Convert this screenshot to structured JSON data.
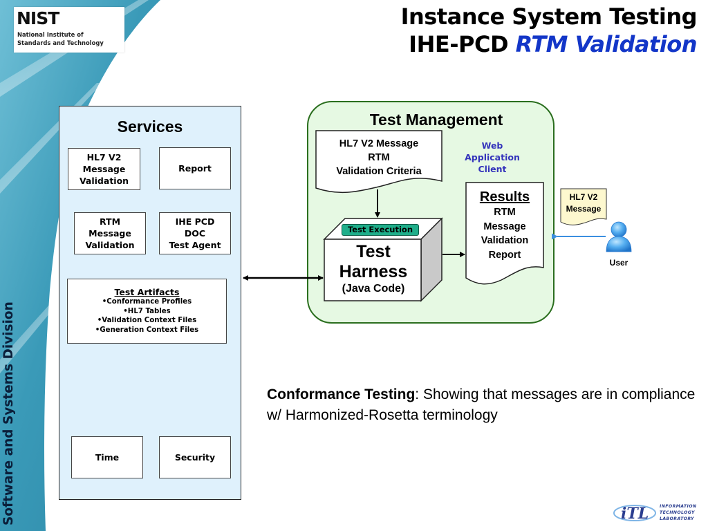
{
  "slide": {
    "title_line1": "Instance System Testing",
    "title_line2_prefix": "IHE-PCD ",
    "title_line2_accent": "RTM Validation",
    "accent_color": "#1336c8",
    "division_label": "Software and Systems Division"
  },
  "logos": {
    "nist_mark": "NIST",
    "nist_name_line1": "National Institute of",
    "nist_name_line2": "Standards and Technology",
    "itl_mark": "iTL",
    "itl_words": [
      "INFORMATION",
      "TECHNOLOGY",
      "LABORATORY"
    ]
  },
  "services": {
    "title": "Services",
    "boxes": [
      "HL7 V2\nMessage\nValidation",
      "Report",
      "RTM\nMessage\nValidation",
      "IHE PCD\nDOC\nTest Agent",
      "Time",
      "Security"
    ],
    "artifacts": {
      "title": "Test Artifacts",
      "items": [
        "•Conformance Profiles",
        "•HL7 Tables",
        "•Validation Context Files",
        "•Generation Context Files"
      ]
    },
    "panel_color": "#dff1fc"
  },
  "test_management": {
    "title": "Test Management",
    "criteria_doc": [
      "HL7 V2 Message",
      "RTM",
      "Validation Criteria"
    ],
    "web_client": [
      "Web",
      "Application",
      "Client"
    ],
    "execution_badge": "Test Execution",
    "harness": [
      "Test",
      "Harness",
      "(Java Code)"
    ],
    "results_doc": {
      "title": "Results",
      "lines": [
        "RTM",
        "Message",
        "Validation",
        "Report"
      ]
    },
    "panel_color": "#e6f9e3",
    "border_color": "#2a6e1e"
  },
  "user_side": {
    "message_doc": [
      "HL7 V2",
      "Message"
    ],
    "user_label": "User"
  },
  "conformance_note": {
    "bold": "Conformance Testing",
    "rest": ": Showing that messages are in compliance w/ Harmonized-Rosetta terminology"
  }
}
